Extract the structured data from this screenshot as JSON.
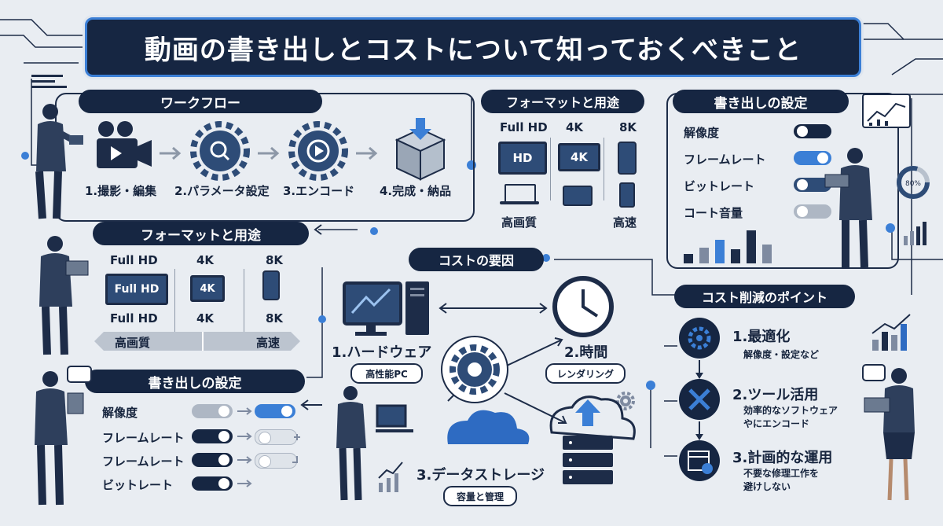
{
  "title": "動画の書き出しとコストについて知っておくべきこと",
  "workflow": {
    "heading": "ワークフロー",
    "steps": [
      "1.撮影・編集",
      "2.パラメータ設定",
      "3.エンコード",
      "4.完成・納品"
    ]
  },
  "format_top": {
    "heading": "フォーマットと用途",
    "columns": [
      "Full HD",
      "4K",
      "8K"
    ],
    "device_labels": [
      "HD",
      "4K"
    ],
    "quality_label": "高画質",
    "speed_label": "高速"
  },
  "export_top": {
    "heading": "書き出しの設定",
    "rows": [
      "解像度",
      "フレームレート",
      "ビットレート",
      "コート音量"
    ],
    "gauge": "80%"
  },
  "format_left": {
    "heading": "フォーマットと用途",
    "columns": [
      "Full HD",
      "4K",
      "8K"
    ],
    "device_labels": [
      "Full HD",
      "4K"
    ],
    "bottom_labels": [
      "Full HD",
      "4K",
      "8K"
    ],
    "quality_label": "高画質",
    "speed_label": "高速"
  },
  "export_left": {
    "heading": "書き出しの設定",
    "rows": [
      "解像度",
      "フレームレート",
      "フレームレート",
      "ビットレート"
    ]
  },
  "cost": {
    "heading": "コストの要因",
    "hardware": "1.ハードウェア",
    "hardware_sub": "高性能PC",
    "time": "2.時間",
    "time_sub": "レンダリング",
    "storage": "3.データストレージ",
    "storage_sub": "容量と管理"
  },
  "reduction": {
    "heading": "コスト削減のポイント",
    "items": [
      {
        "title": "1.最適化",
        "desc": "解像度・設定など"
      },
      {
        "title": "2.ツール活用",
        "desc": "効率的なソフトウェア\nやにエンコード"
      },
      {
        "title": "3.計画的な運用",
        "desc": "不要な修理工作を\n避けしない"
      }
    ]
  },
  "colors": {
    "navy": "#162642",
    "accent": "#3b7fd6",
    "bg": "#e9edf2"
  }
}
